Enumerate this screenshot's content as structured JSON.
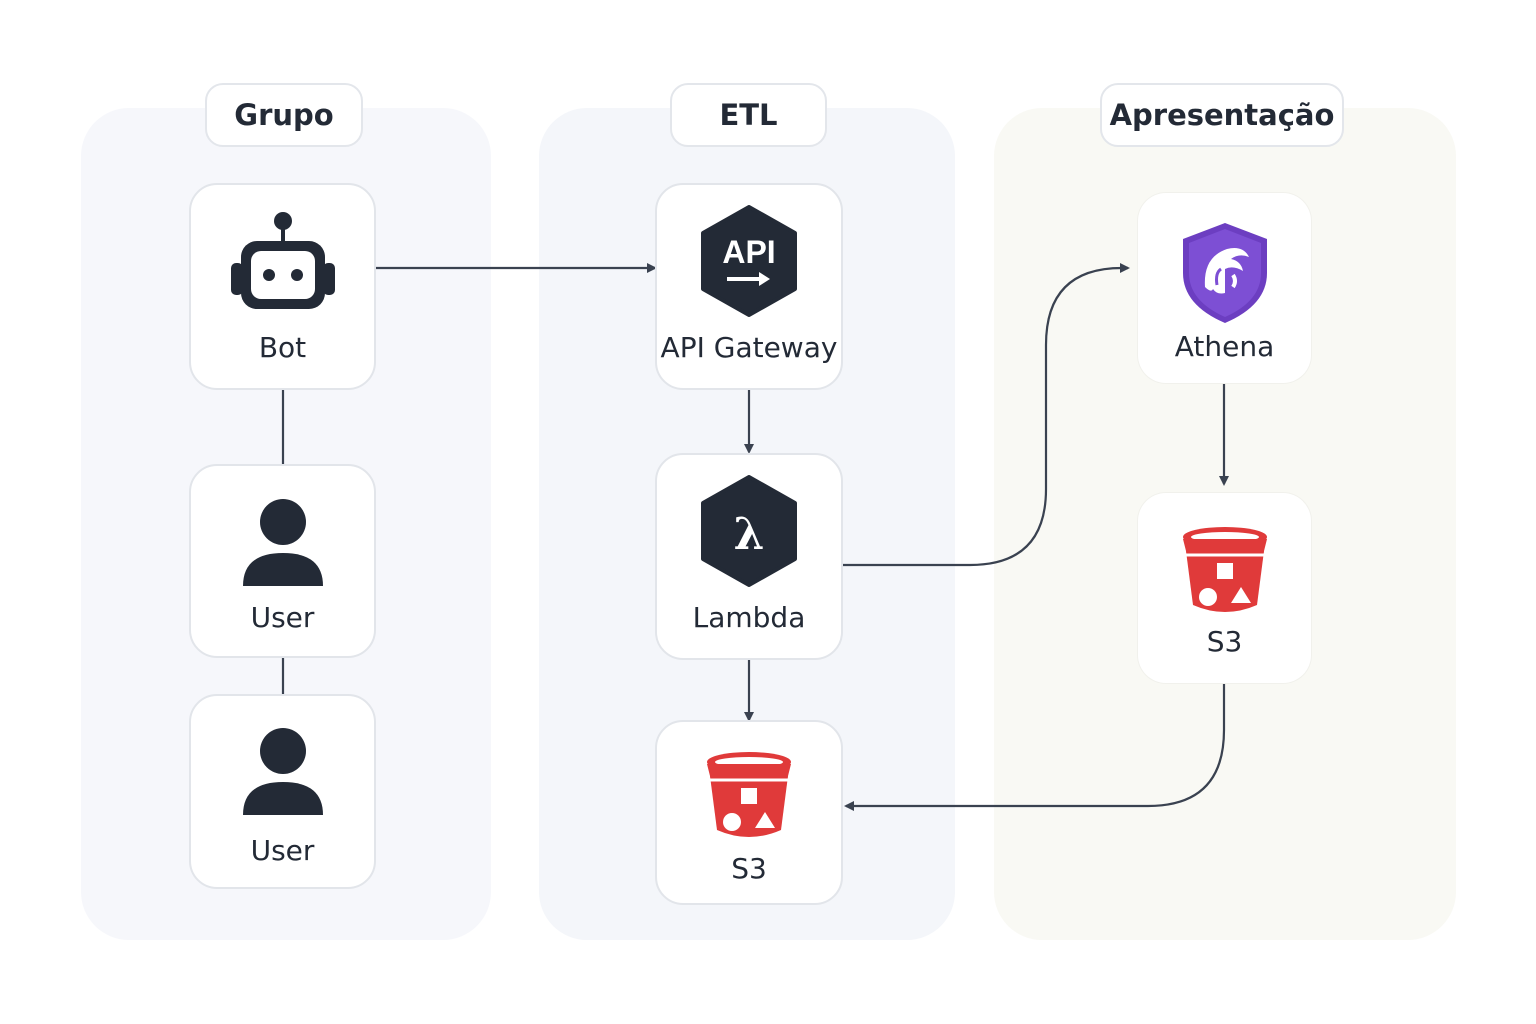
{
  "lanes": {
    "grupo": "Grupo",
    "etl": "ETL",
    "apresentacao": "Apresentação"
  },
  "nodes": {
    "bot": {
      "label": "Bot",
      "icon": "robot-icon"
    },
    "user_1": {
      "label": "User",
      "icon": "user-icon"
    },
    "user_2": {
      "label": "User",
      "icon": "user-icon"
    },
    "api_gateway": {
      "label": "API Gateway",
      "icon": "api-gateway-icon",
      "icon_text": "API"
    },
    "lambda": {
      "label": "Lambda",
      "icon": "lambda-icon",
      "icon_text": "λ"
    },
    "s3_etl": {
      "label": "S3",
      "icon": "s3-bucket-icon"
    },
    "athena": {
      "label": "Athena",
      "icon": "athena-icon"
    },
    "s3_apresentacao": {
      "label": "S3",
      "icon": "s3-bucket-icon"
    }
  },
  "edges": [
    {
      "from": "bot",
      "to": "api_gateway",
      "arrow": true
    },
    {
      "from": "bot",
      "to": "user_1",
      "arrow": false
    },
    {
      "from": "user_1",
      "to": "user_2",
      "arrow": false
    },
    {
      "from": "api_gateway",
      "to": "lambda",
      "arrow": true
    },
    {
      "from": "lambda",
      "to": "s3_etl",
      "arrow": true
    },
    {
      "from": "lambda",
      "to": "athena",
      "arrow": true
    },
    {
      "from": "athena",
      "to": "s3_apresentacao",
      "arrow": true
    },
    {
      "from": "s3_apresentacao",
      "to": "s3_etl",
      "arrow": true
    }
  ],
  "colors": {
    "ink": "#232a36",
    "s3_red": "#e03a3a",
    "athena_purple": "#6c3ec1",
    "line": "#3a4250"
  }
}
